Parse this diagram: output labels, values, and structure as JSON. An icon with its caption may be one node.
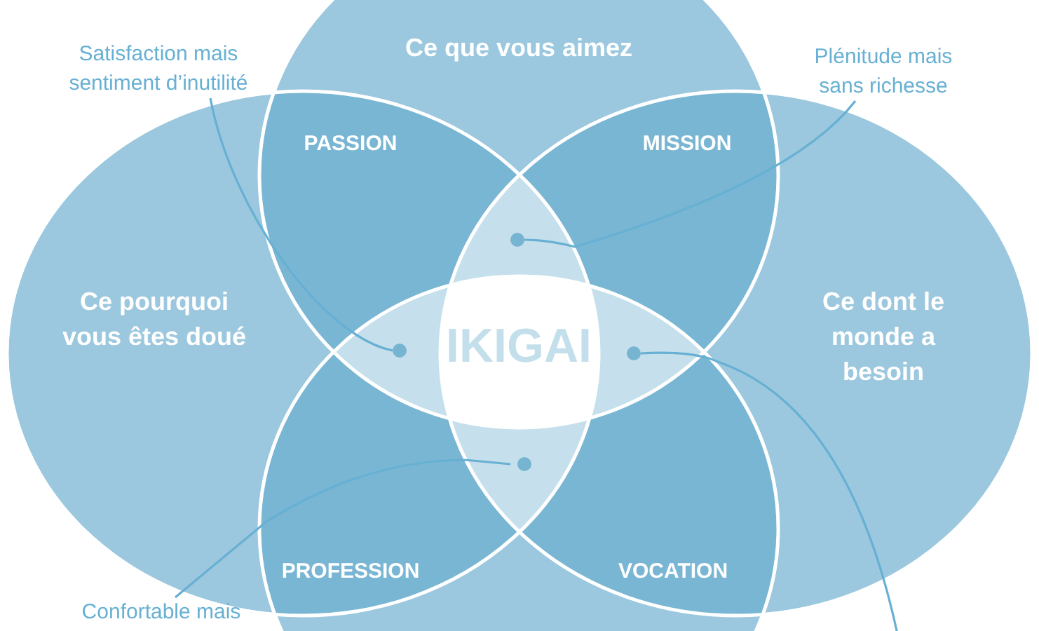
{
  "diagram": {
    "nodes": [
      {
        "text": [
          "Ce que vous aimez"
        ]
      },
      {
        "text": [
          "Ce pourquoi vous êtes doué"
        ]
      },
      {
        "text": [
          "Ce dont le monde a besoin"
        ]
      },
      {
        "text": [],
        "shape": "circle"
      },
      {
        "text": [
          "PASSION"
        ]
      },
      {
        "text": [
          "MISSION"
        ]
      },
      {
        "text": [
          "IKIGAI"
        ]
      },
      {
        "text": [
          "PROFESSION"
        ]
      },
      {
        "text": [
          "VOCATION"
        ]
      },
      {
        "text": [
          "Satisfaction mais sentiment d’inutilité"
        ]
      },
      {
        "text": [
          "Plénitude mais sans richesse"
        ]
      },
      {
        "text": [
          "Confortable mais"
        ]
      },
      {
        "text": [],
        "shape": "circle"
      },
      {
        "text": [],
        "shape": "circle"
      },
      {
        "text": [],
        "shape": "circle"
      },
      {
        "text": [],
        "shape": "circle"
      }
    ],
    "edges": [
      {
        "from": 9,
        "to": 13,
        "arrow": "none"
      },
      {
        "from": 10,
        "to": 12,
        "arrow": "none"
      },
      {
        "from": 11,
        "to": 15,
        "arrow": "none"
      },
      {
        "from": null,
        "to": 14,
        "arrow": "none"
      }
    ]
  }
}
